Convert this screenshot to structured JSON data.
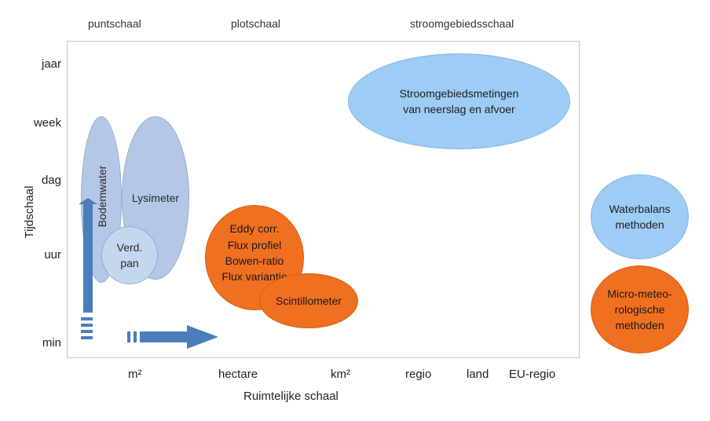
{
  "headers": [
    "puntschaal",
    "plotschaal",
    "stroomgebiedsschaal"
  ],
  "y_ticks": [
    "jaar",
    "week",
    "dag",
    "uur",
    "min"
  ],
  "x_ticks": [
    "m²",
    "hectare",
    "km²",
    "regio",
    "land",
    "EU-regio"
  ],
  "y_axis_label": "Tijdschaal",
  "x_axis_label": "Ruimtelijke schaal",
  "methods": {
    "bodemwater": "Bodemwater",
    "lysimeter": "Lysimeter",
    "verd_pan": "Verd.\npan",
    "eddy": "Eddy corr.\nFlux profiel\nBowen-ratio\nFlux variantie",
    "scintillometer": "Scintillometer",
    "stroomgebied": "Stroomgebiedsmetingen\nvan neerslag en afvoer"
  },
  "legend": {
    "waterbalans": "Waterbalans\nmethoden",
    "micro_meteo": "Micro-meteo-\nrologische\nmethoden"
  },
  "colors": {
    "waterbalans_light": "#9dccf5",
    "waterbalans_dark": "#b4c7e7",
    "micro_meteorologisch": "#f07021",
    "arrow": "#4a7ebb"
  },
  "icons": [
    "arrow-up-icon",
    "arrow-right-icon"
  ]
}
